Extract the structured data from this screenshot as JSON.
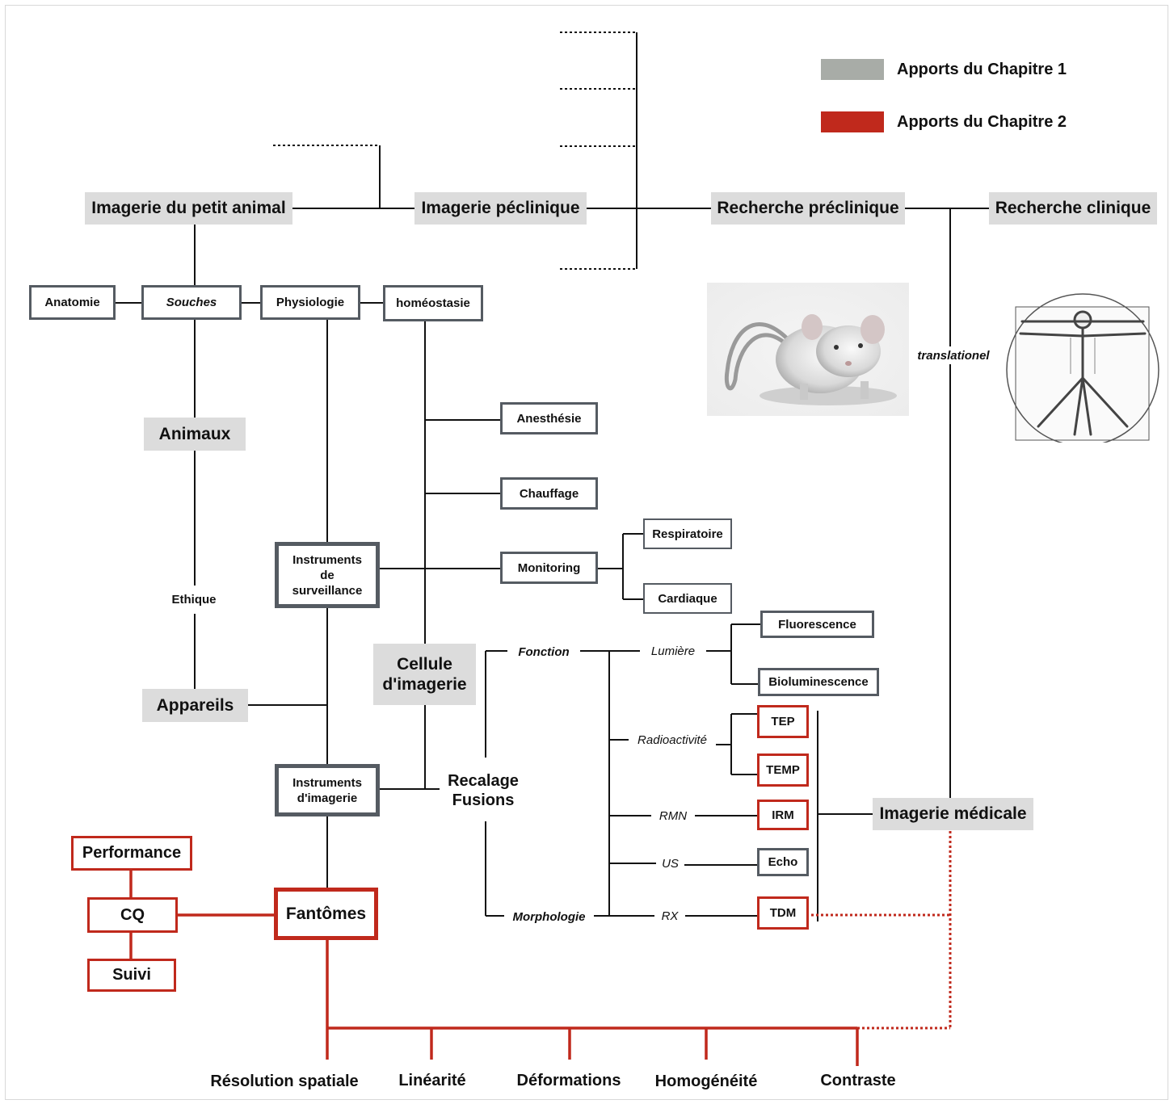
{
  "legend": [
    {
      "label": "Apports du Chapitre 1",
      "color": "#a8aca7"
    },
    {
      "label": "Apports du Chapitre 2",
      "color": "#c0291c"
    }
  ],
  "top": {
    "petit_animal": "Imagerie du petit animal",
    "preclinique_img": "Imagerie péclinique",
    "recherche_preclinique": "Recherche préclinique",
    "recherche_clinique": "Recherche clinique",
    "translationel": "translationel"
  },
  "left": {
    "anatomie": "Anatomie",
    "souches": "Souches",
    "physiologie": "Physiologie",
    "homeostasie": "homéostasie",
    "animaux": "Animaux",
    "ethique": "Ethique",
    "appareils": "Appareils",
    "instruments_surveillance": "Instruments de surveillance",
    "instruments_imagerie": "Instruments d'imagerie",
    "cellule": "Cellule d'imagerie"
  },
  "physio": {
    "anesthesie": "Anesthésie",
    "chauffage": "Chauffage",
    "monitoring": "Monitoring",
    "respiratoire": "Respiratoire",
    "cardiaque": "Cardiaque"
  },
  "imaging": {
    "recalage": "Recalage Fusions",
    "fonction": "Fonction",
    "morphologie": "Morphologie",
    "lumiere": "Lumière",
    "radioactivite": "Radioactivité",
    "rmn": "RMN",
    "us": "US",
    "rx": "RX",
    "fluorescence": "Fluorescence",
    "bioluminescence": "Bioluminescence",
    "tep": "TEP",
    "temp": "TEMP",
    "irm": "IRM",
    "echo": "Echo",
    "tdm": "TDM",
    "imagerie_medicale": "Imagerie médicale"
  },
  "qc": {
    "performance": "Performance",
    "cq": "CQ",
    "suivi": "Suivi",
    "fantomes": "Fantômes"
  },
  "criteria": [
    "Résolution spatiale",
    "Linéarité",
    "Déformations",
    "Homogénéité",
    "Contraste"
  ]
}
